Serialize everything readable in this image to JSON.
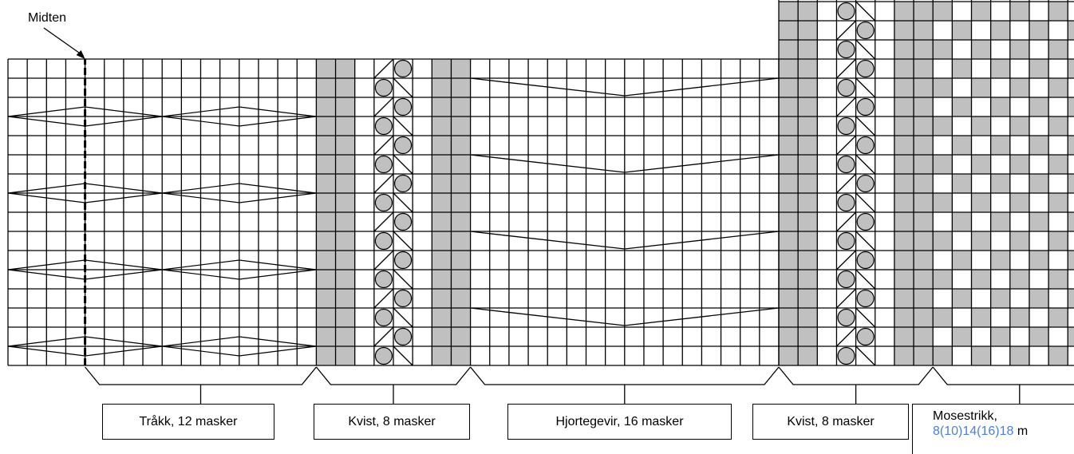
{
  "center_marker": "Midten",
  "sections": [
    {
      "label": "Tråkk, 12 masker"
    },
    {
      "label": "Kvist, 8 masker"
    },
    {
      "label": "Hjortegevir, 16 masker"
    },
    {
      "label": "Kvist, 8 masker"
    },
    {
      "label": "Mosestrikk,",
      "stitches": "8(10)14(16)18",
      "unit": "m"
    }
  ],
  "colors": {
    "shaded": "#c0c0c0",
    "grid": "#000000",
    "accent_text": "#4a7fe0"
  }
}
